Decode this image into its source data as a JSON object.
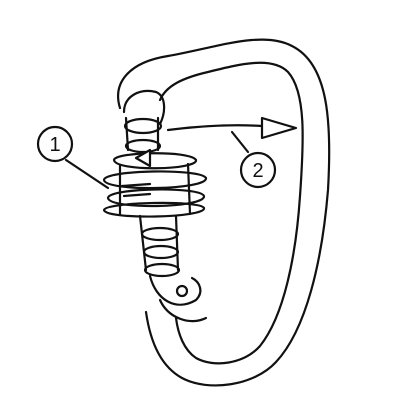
{
  "diagram": {
    "colors": {
      "stroke": "#111111",
      "fill": "#ffffff"
    },
    "callouts": [
      {
        "number": "1",
        "refers_to": "screw-gate-sleeve"
      },
      {
        "number": "2",
        "refers_to": "gate-opening-direction"
      }
    ]
  }
}
